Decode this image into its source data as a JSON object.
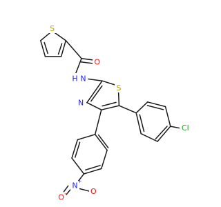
{
  "molecule": {
    "colors": {
      "bond": "#1a1a1a",
      "S": "#b8a000",
      "N": "#2020ff",
      "O": "#ff0d0d",
      "Cl": "#1fa01f"
    },
    "atoms": {
      "s_thiophene": "S",
      "o_carbonyl": "O",
      "nh": "N",
      "h_of_nh": "H",
      "s_thiazole": "S",
      "n_thiazole": "N",
      "cl": "Cl",
      "n_nitro": "N",
      "n_nitro_charge": "+",
      "o_nitro_right": "O",
      "o_nitro_left": "O",
      "o_nitro_left_charge": "−"
    }
  }
}
